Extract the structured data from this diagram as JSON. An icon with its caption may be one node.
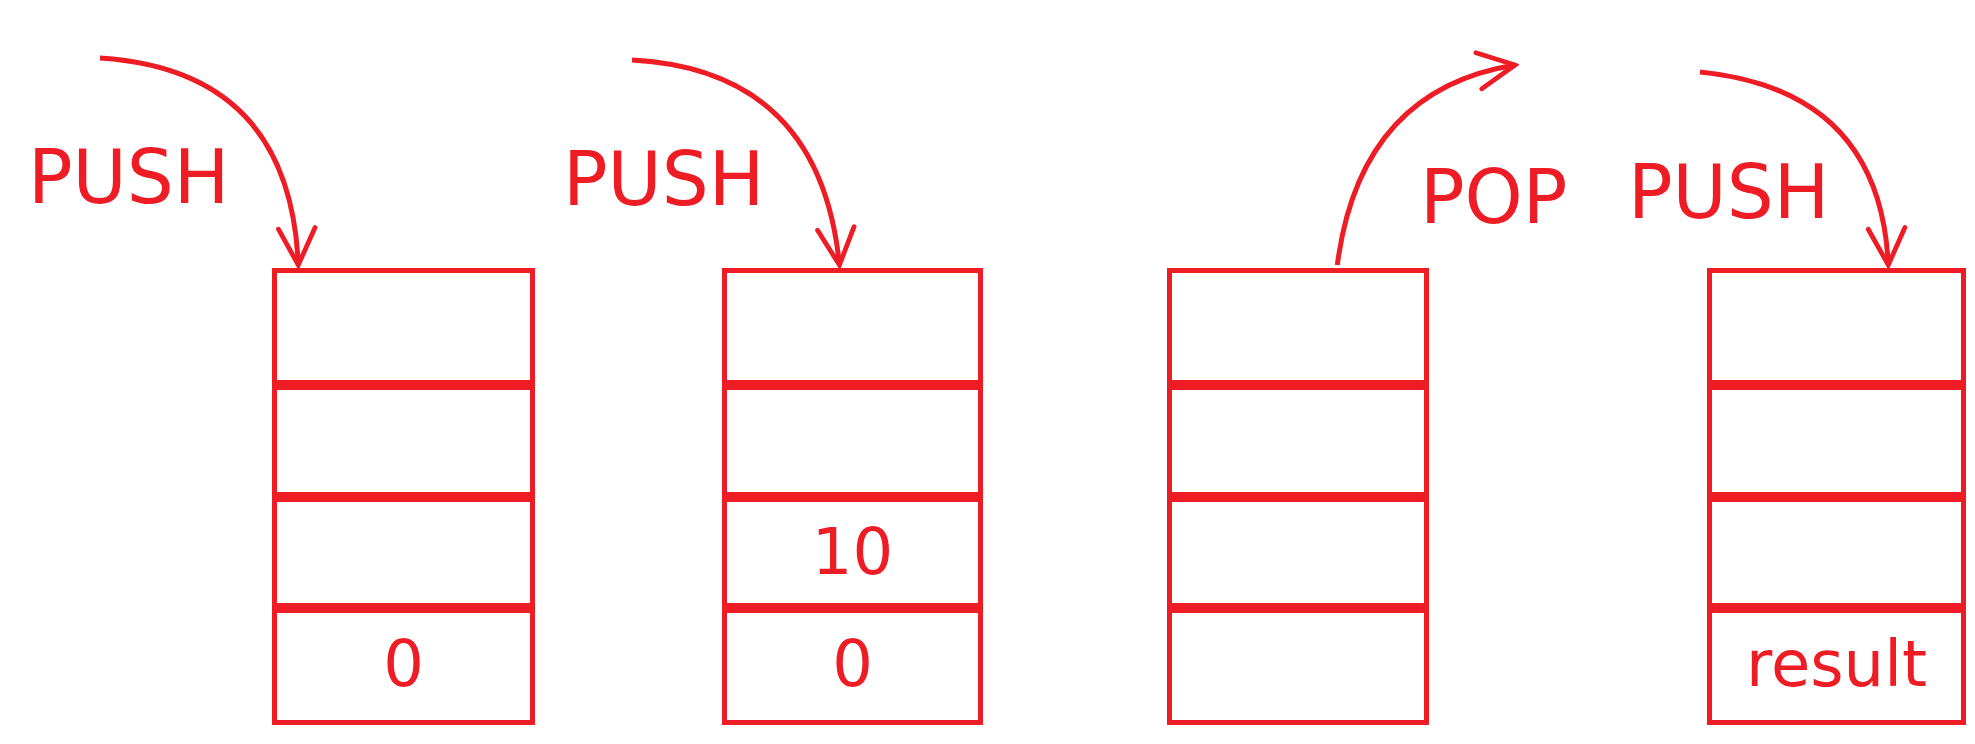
{
  "diagram": {
    "nodes": [
      {
        "text": [],
        "shape": "box"
      },
      {
        "text": [],
        "shape": "box",
        "in": 0
      },
      {
        "text": [],
        "shape": "box",
        "in": 0
      },
      {
        "text": [],
        "shape": "box",
        "in": 0
      },
      {
        "text": [
          "0"
        ],
        "in": 0
      },
      {
        "text": [],
        "shape": "box"
      },
      {
        "text": [],
        "shape": "box",
        "in": 5
      },
      {
        "text": [],
        "shape": "box",
        "in": 5
      },
      {
        "text": [
          "10"
        ],
        "in": 5
      },
      {
        "text": [
          "0"
        ],
        "in": 5
      },
      {
        "text": [],
        "shape": "box"
      },
      {
        "text": [],
        "shape": "box",
        "in": 10
      },
      {
        "text": [],
        "shape": "box",
        "in": 10
      },
      {
        "text": [],
        "shape": "box",
        "in": 10
      },
      {
        "text": [],
        "shape": "box",
        "in": 10
      },
      {
        "text": [],
        "shape": "box"
      },
      {
        "text": [],
        "shape": "box",
        "in": 15
      },
      {
        "text": [],
        "shape": "box",
        "in": 15
      },
      {
        "text": [],
        "shape": "box",
        "in": 15
      },
      {
        "text": [
          "result"
        ],
        "in": 15
      }
    ],
    "edges": [
      {
        "from": null,
        "to": 0,
        "arrow": "to",
        "label": "PUSH"
      },
      {
        "from": null,
        "to": 5,
        "arrow": "to",
        "label": "PUSH"
      },
      {
        "from": 10,
        "to": null,
        "arrow": "to",
        "label": "POP"
      },
      {
        "from": null,
        "to": 15,
        "arrow": "to",
        "label": "PUSH"
      }
    ]
  }
}
